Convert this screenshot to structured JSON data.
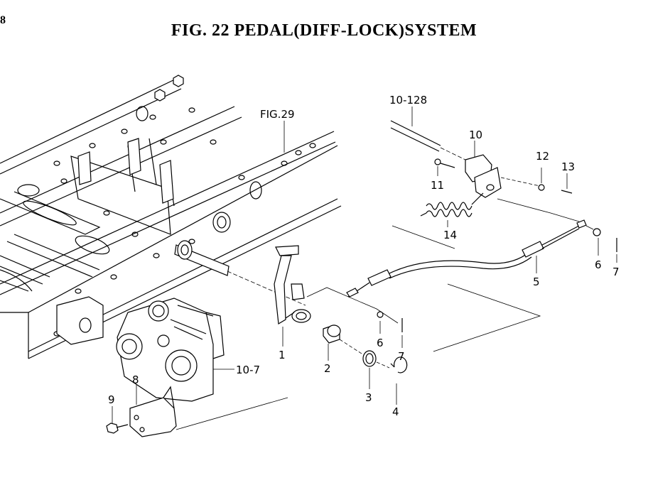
{
  "page_number": "8",
  "title": "FIG. 22  PEDAL(DIFF-LOCK)SYSTEM",
  "callouts": {
    "ref_fig29": "FIG.29",
    "ref_10_128": "10-128",
    "ref_10_7": "10-7",
    "p1": "1",
    "p2": "2",
    "p3": "3",
    "p4": "4",
    "p5": "5",
    "p6a": "6",
    "p6b": "6",
    "p7a": "7",
    "p7b": "7",
    "p8": "8",
    "p9": "9",
    "p10": "10",
    "p11": "11",
    "p12": "12",
    "p13": "13",
    "p14": "14"
  }
}
